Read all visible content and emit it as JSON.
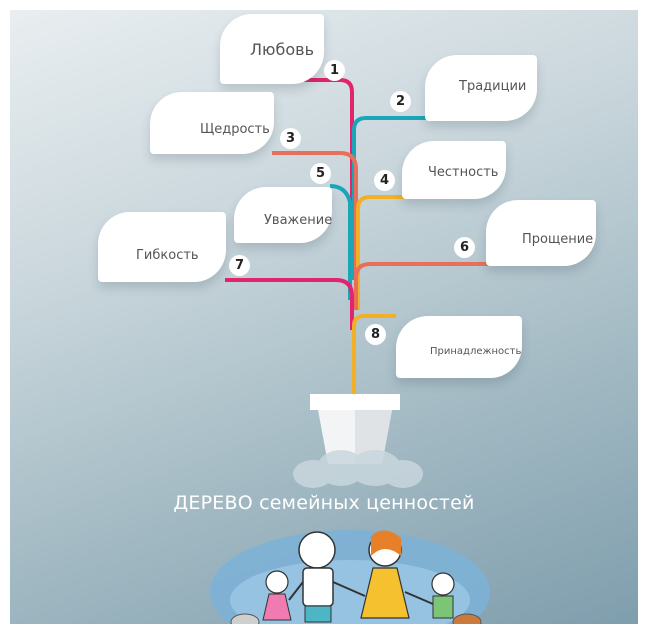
{
  "diagram": {
    "title": "ДЕРЕВО семейных ценностей",
    "values": [
      {
        "number": "1",
        "label": "Любовь"
      },
      {
        "number": "2",
        "label": "Традиции"
      },
      {
        "number": "3",
        "label": "Щедрость"
      },
      {
        "number": "4",
        "label": "Честность"
      },
      {
        "number": "5",
        "label": "Уважение"
      },
      {
        "number": "6",
        "label": "Прощение"
      },
      {
        "number": "7",
        "label": "Гибкость"
      },
      {
        "number": "8",
        "label": "Принадлежность"
      }
    ],
    "colors": {
      "pink": "#e0246d",
      "teal": "#1aa6b7",
      "salmon": "#e8705a",
      "orange": "#f2b026",
      "background_top": "#e9eef0",
      "background_bottom": "#7f9ead"
    }
  }
}
